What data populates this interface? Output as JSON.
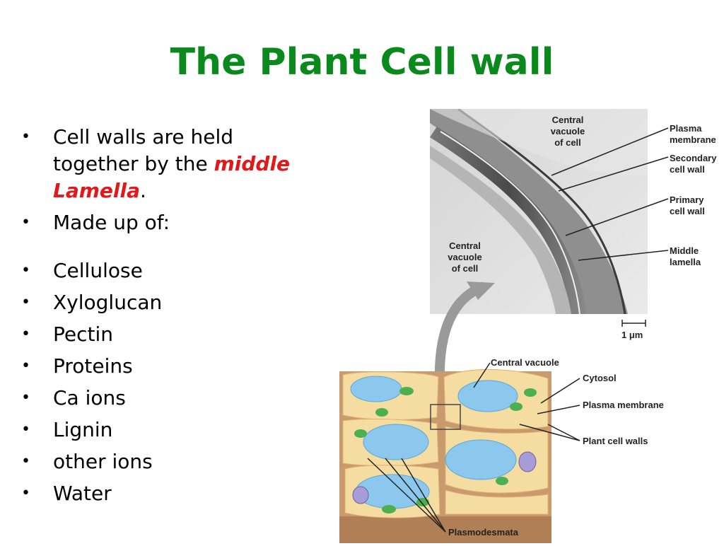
{
  "slide": {
    "title": "The Plant Cell wall",
    "intro": {
      "line1": "Cell walls are held",
      "line2a": "together by the ",
      "line2b": "middle",
      "line3a": "Lamella",
      "line3b": "."
    },
    "made_up": "Made up of:",
    "components": [
      "Cellulose",
      "Xyloglucan",
      "Pectin",
      "Proteins",
      "Ca ions",
      "Lignin",
      "other ions",
      "Water"
    ]
  },
  "micrograph": {
    "labels": {
      "central_vacuole_top": [
        "Central",
        "vacuole",
        "of cell"
      ],
      "central_vacuole_bottom": [
        "Central",
        "vacuole",
        "of cell"
      ],
      "plasma_membrane": [
        "Plasma",
        "membrane"
      ],
      "secondary_wall": [
        "Secondary",
        "cell wall"
      ],
      "primary_wall": [
        "Primary",
        "cell wall"
      ],
      "middle_lamella": [
        "Middle",
        "lamella"
      ],
      "scale": "1 μm"
    }
  },
  "diagram": {
    "labels": {
      "central_vacuole": "Central vacuole",
      "cytosol": "Cytosol",
      "plasma_membrane": "Plasma membrane",
      "plant_cell_walls": "Plant cell walls",
      "plasmodesmata": "Plasmodesmata"
    }
  },
  "colors": {
    "title": "#0a8a1c",
    "emphasis": "#e01a1a",
    "wall": "#c99a6e",
    "cytosol": "#f5dca0",
    "vacuole": "#8cc8ee",
    "chloroplast": "#4caf50"
  }
}
